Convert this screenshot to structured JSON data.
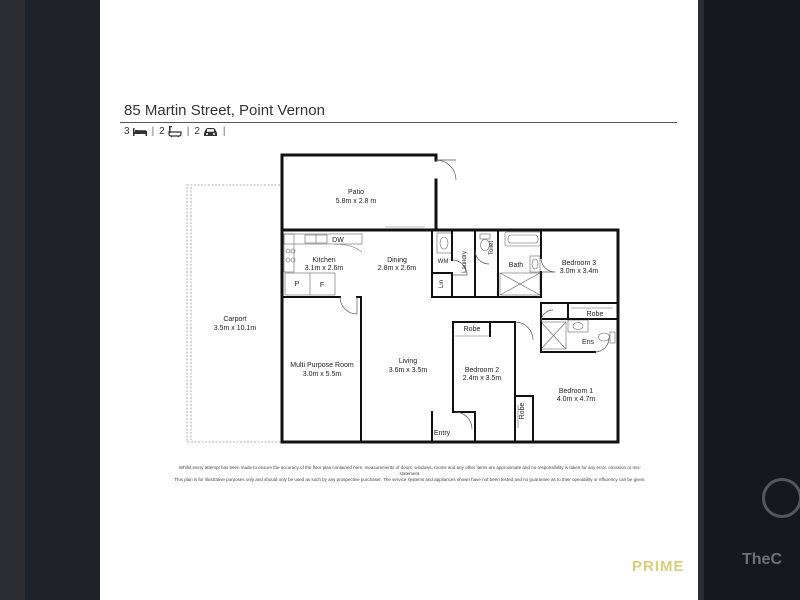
{
  "listing": {
    "address": "85 Martin Street, Point Vernon",
    "bedrooms": "3",
    "bathrooms": "2",
    "parking": "2"
  },
  "rooms": {
    "patio": {
      "name": "Patio",
      "size": "5.8m x 2.8 m"
    },
    "carport": {
      "name": "Carport",
      "size": "3.5m x 10.1m"
    },
    "kitchen": {
      "name": "Kitchen",
      "size": "3.1m x 2.6m"
    },
    "dining": {
      "name": "Dining",
      "size": "2.8m x 2.6m"
    },
    "multi_purpose": {
      "name": "Multi Purpose Room",
      "size": "3.0m x 5.5m"
    },
    "living": {
      "name": "Living",
      "size": "3.6m x 3.5m"
    },
    "bedroom2": {
      "name": "Bedroom 2",
      "size": "2.4m x 3.5m"
    },
    "bedroom1": {
      "name": "Bedroom 1",
      "size": "4.0m x 4.7m"
    },
    "bedroom3": {
      "name": "Bedroom 3",
      "size": "3.0m x 3.4m"
    }
  },
  "labels": {
    "dw": "DW",
    "wm": "WM",
    "laundry": "Laundry",
    "toilet": "Toilet",
    "bath": "Bath",
    "lin": "Lin",
    "pantry": "P",
    "fridge": "F",
    "robe_bed2": "Robe",
    "robe_bed3": "Robe",
    "robe_bed1": "Robe",
    "ensuite": "Ens",
    "entry": "Entry"
  },
  "disclaimer": {
    "line1": "Whilst every attempt has been made to ensure the accuracy of the floor plan contained here, measurements of doors, windows, rooms and any other items are approximate and no responsibility is taken for any error, omission or mis-statement.",
    "line2": "This plan is for illustrative purposes only and should only be used as such by any prospective purchaser. The service systems and appliances shown have not been tested and no guarantee as to their operability or efficiency can be given."
  },
  "brand": {
    "agency": "PRIME",
    "watermark": "TheC"
  },
  "colors": {
    "wall": "#111111",
    "brand_gold": "#d8cf77",
    "sidebar_dark": "#20222a"
  }
}
